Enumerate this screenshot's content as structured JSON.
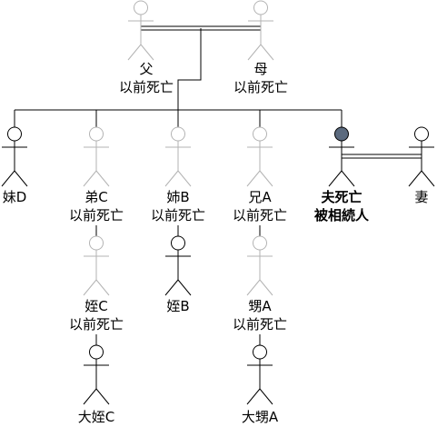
{
  "colors": {
    "line": "#000000",
    "deceased": "#b3b3b3",
    "deceased_head_fill": "#ffffff",
    "deceased_person_fill": "#5b6a7e"
  },
  "people": {
    "father": {
      "name": "父",
      "note": "以前死亡",
      "status": "dead"
    },
    "mother": {
      "name": "母",
      "note": "以前死亡",
      "status": "dead"
    },
    "sister_d": {
      "name": "妹D",
      "note": "",
      "status": "alive"
    },
    "brother_c": {
      "name": "弟C",
      "note": "以前死亡",
      "status": "dead"
    },
    "sister_b": {
      "name": "姉B",
      "note": "以前死亡",
      "status": "dead"
    },
    "brother_a": {
      "name": "兄A",
      "note": "以前死亡",
      "status": "dead"
    },
    "husband": {
      "name": "夫死亡",
      "note": "被相続人",
      "status": "decedent"
    },
    "wife": {
      "name": "妻",
      "note": "",
      "status": "alive"
    },
    "niece_c": {
      "name": "姪C",
      "note": "以前死亡",
      "status": "dead"
    },
    "niece_b": {
      "name": "姪B",
      "note": "",
      "status": "alive"
    },
    "nephew_a": {
      "name": "甥A",
      "note": "以前死亡",
      "status": "dead"
    },
    "grandniece_c": {
      "name": "大姪C",
      "note": "",
      "status": "alive"
    },
    "grandnephew_a": {
      "name": "大甥A",
      "note": "",
      "status": "alive"
    }
  }
}
